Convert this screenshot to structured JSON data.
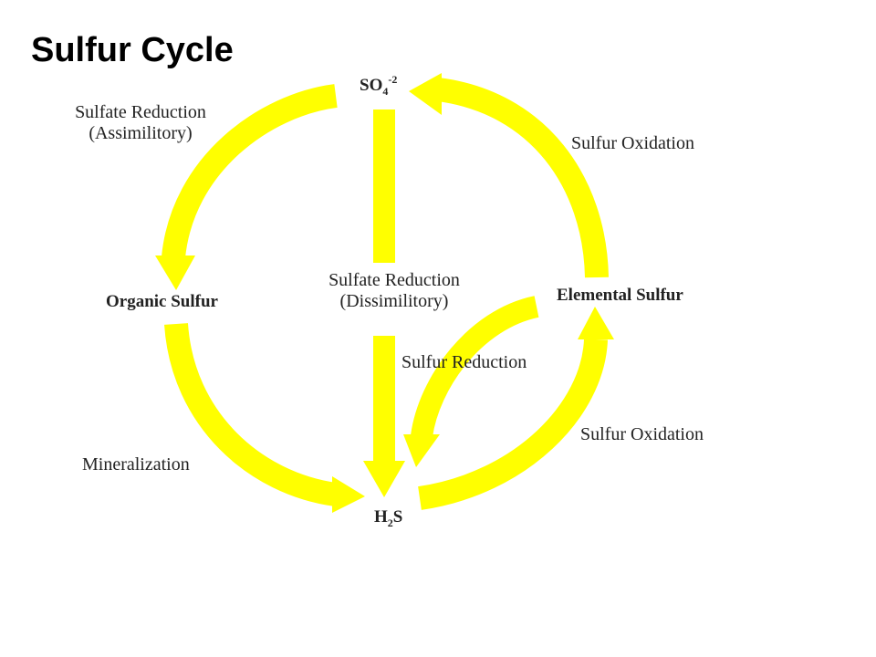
{
  "title": "Sulfur Cycle",
  "colors": {
    "arrow": "#ffff00",
    "text": "#222222",
    "background": "#ffffff"
  },
  "nodes": {
    "sulfate": {
      "base": "SO",
      "subscript": "4",
      "superscript": "-2"
    },
    "organic_sulfur": {
      "label": "Organic Sulfur"
    },
    "elemental_sulfur": {
      "label": "Elemental Sulfur"
    },
    "hydrogen_sulfide": {
      "base_1": "H",
      "subscript": "2",
      "base_2": "S"
    }
  },
  "processes": {
    "assimilatory": {
      "line1": "Sulfate Reduction",
      "line2": "(Assimilitory)"
    },
    "dissimilatory": {
      "line1": "Sulfate Reduction",
      "line2": "(Dissimilitory)"
    },
    "oxidation_upper": {
      "label": "Sulfur Oxidation"
    },
    "oxidation_lower": {
      "label": "Sulfur Oxidation"
    },
    "sulfur_reduction": {
      "label": "Sulfur Reduction"
    },
    "mineralization": {
      "label": "Mineralization"
    }
  }
}
